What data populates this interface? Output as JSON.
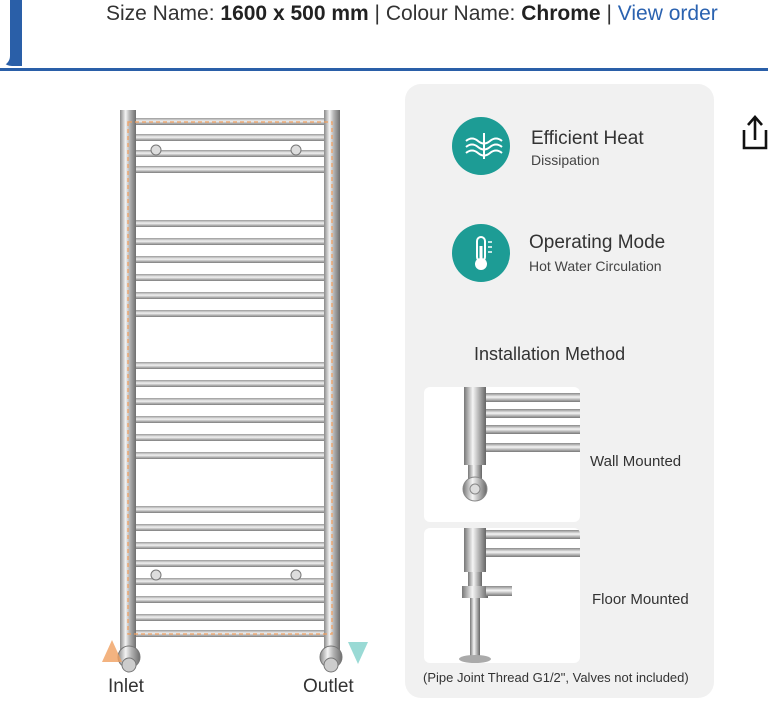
{
  "top_bar": {
    "size_key": "Size Name:",
    "size_value": "1600 x 500 mm",
    "separator": "|",
    "colour_key": "Colour Name:",
    "colour_value": "Chrome",
    "view_link": "View order"
  },
  "product_image": {
    "inlet_label": "Inlet",
    "outlet_label": "Outlet",
    "inlet_arrow_color": "#f0a060",
    "outlet_arrow_color": "#8fd6d0"
  },
  "features": {
    "heat": {
      "icon": "heat-waves-icon",
      "title": "Efficient Heat",
      "subtitle": "Dissipation"
    },
    "mode": {
      "icon": "thermometer-icon",
      "title": "Operating Mode",
      "subtitle": "Hot Water Circulation"
    },
    "accent_color": "#1d9c95"
  },
  "installation": {
    "title": "Installation Method",
    "wall_label": "Wall Mounted",
    "floor_label": "Floor Mounted",
    "footnote": "(Pipe Joint Thread G1/2\", Valves not included)"
  },
  "share": {
    "icon": "share-icon"
  }
}
